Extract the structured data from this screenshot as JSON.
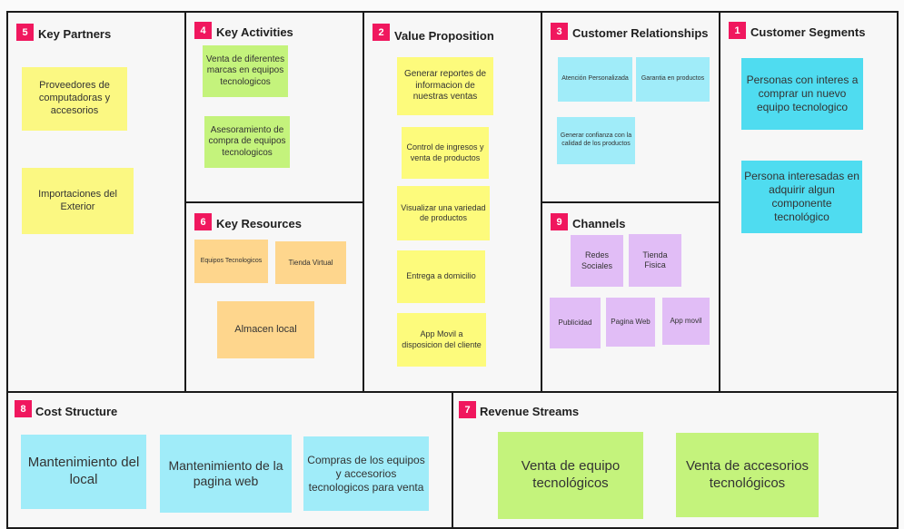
{
  "sections": {
    "key_partners": {
      "num": "5",
      "title": "Key Partners",
      "notes": [
        "Proveedores de computadoras y accesorios",
        "Importaciones del Exterior"
      ]
    },
    "key_activities": {
      "num": "4",
      "title": "Key Activities",
      "notes": [
        "Venta de diferentes marcas en equipos tecnologicos",
        "Asesoramiento de compra de equipos tecnologicos"
      ]
    },
    "value_proposition": {
      "num": "2",
      "title": "Value Proposition",
      "notes": [
        "Generar reportes de informacion de nuestras ventas",
        "Control de ingresos y venta de productos",
        "Visualizar una variedad de productos",
        "Entrega a domicilio",
        "App Movil a disposicion del cliente"
      ]
    },
    "customer_relationships": {
      "num": "3",
      "title": "Customer Relationships",
      "notes": [
        "Atención Personalizada",
        "Garantia en productos",
        "Generar confianza con la calidad de los productos"
      ]
    },
    "customer_segments": {
      "num": "1",
      "title": "Customer Segments",
      "notes": [
        "Personas con interes a comprar un nuevo equipo tecnologico",
        "Persona interesadas en adquirir algun componente tecnológico"
      ]
    },
    "key_resources": {
      "num": "6",
      "title": "Key Resources",
      "notes": [
        "Equipos Tecnologicos",
        "Tienda Virtual",
        "Almacen local"
      ]
    },
    "channels": {
      "num": "9",
      "title": "Channels",
      "notes": [
        "Redes Sociales",
        "Tienda Fisica",
        "Publicidad",
        "Pagina Web",
        "App movil"
      ]
    },
    "cost_structure": {
      "num": "8",
      "title": "Cost Structure",
      "notes": [
        "Mantenimiento del local",
        "Mantenimiento de la pagina web",
        "Compras de los equipos y accesorios tecnologicos para venta"
      ]
    },
    "revenue_streams": {
      "num": "7",
      "title": "Revenue Streams",
      "notes": [
        "Venta de equipo tecnológicos",
        "Venta de accesorios tecnológicos"
      ]
    }
  },
  "colors": {
    "badge": "#f0175e",
    "yellow": "#fbf882",
    "green": "#c4f37c",
    "orange": "#fed68d",
    "cyan": "#a0ecf9",
    "teal": "#4fdcf0",
    "purple": "#e1bdf6",
    "border": "#1a1a1a"
  }
}
